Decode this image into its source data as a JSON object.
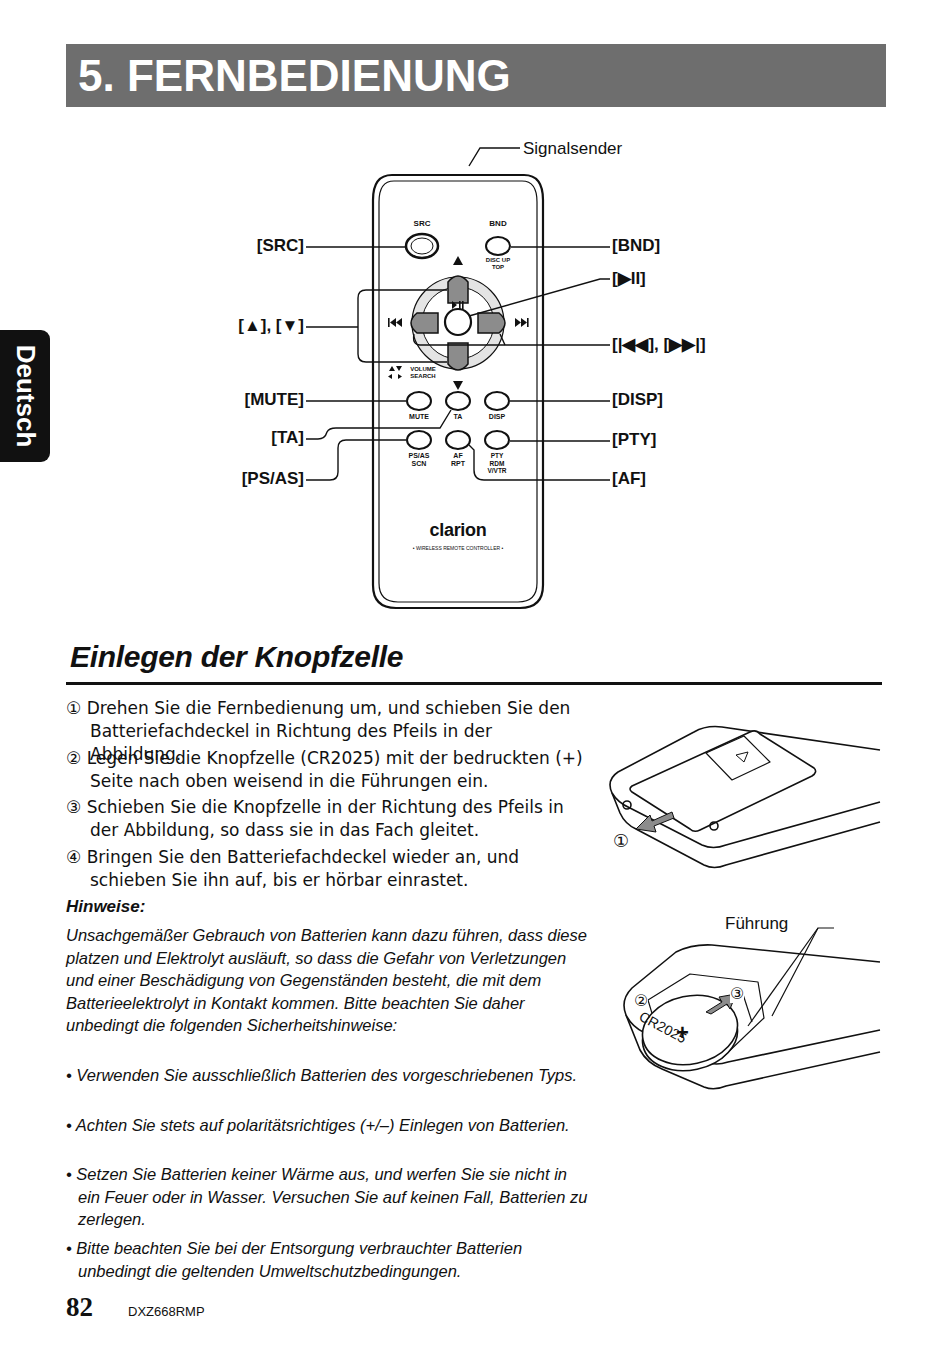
{
  "diagram": {
    "title": "5. FERNBEDIENUNG",
    "nodes": [
      {
        "text": [
          "Deutsch"
        ]
      },
      {
        "text": [
          "SRC",
          "BND",
          "DISC UP TOP",
          "VOLUME SEARCH",
          "MUTE",
          "TA",
          "DISP",
          "PS/AS SCN",
          "AF RPT",
          "PTY RDM V/VTR",
          "clarion",
          "• WIRELESS REMOTE CONTROLLER •"
        ]
      }
    ],
    "labels": [
      "Signalsender",
      "[SRC]",
      "[▲], [▼]",
      "[MUTE]",
      "[TA]",
      "[PS/AS]",
      "[BND]",
      "[▶II]",
      "[|◀◀], [▶▶|]",
      "[DISP]",
      "[PTY]",
      "[AF]",
      "Einlegen der Knopfzelle",
      "① Drehen Sie die Fernbedienung um, und schieben Sie den Batteriefachdeckel in Richtung des Pfeils in der Abbildung.",
      "② Legen Sie die Knopfzelle (CR2025) mit der bedruckten (+) Seite nach oben weisend in die Führungen ein.",
      "③ Schieben Sie die Knopfzelle in der Richtung des Pfeils in der Abbildung, so dass sie in das Fach gleitet.",
      "④ Bringen Sie den Batteriefachdeckel wieder an, und schieben Sie ihn auf, bis er hörbar einrastet.",
      "Hinweise:",
      "Unsachgemäßer Gebrauch von Batterien kann dazu führen, dass diese platzen und Elektrolyt ausläuft, so dass die Gefahr von Verletzungen und einer Beschädigung von Gegenständen besteht, die mit dem Batterieelektrolyt in Kontakt kommen. Bitte beachten Sie daher unbedingt die folgenden Sicherheitshinweise:",
      "• Verwenden Sie ausschließlich Batterien des vorgeschriebenen Typs.",
      "• Achten Sie stets auf polaritätsrichtiges (+/–) Einlegen von Batterien.",
      "• Setzen Sie Batterien keiner Wärme aus, und werfen Sie sie nicht in ein Feuer oder in Wasser. Versuchen Sie auf keinen Fall, Batterien zu zerlegen.",
      "• Bitte beachten Sie bei der Entsorgung verbrauchter Batterien unbedingt die geltenden Umweltschutzbedingungen.",
      "①",
      "Führung",
      "②",
      "③",
      "CR2025",
      "+",
      "82",
      "DXZ668RMP"
    ]
  }
}
